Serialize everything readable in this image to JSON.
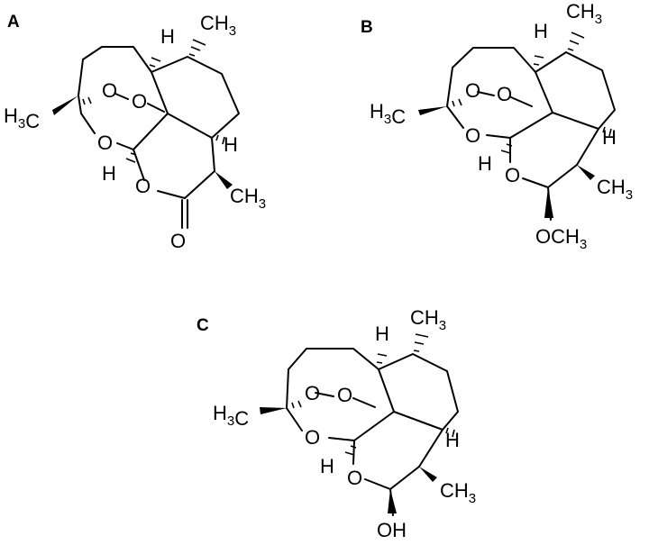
{
  "panels": [
    {
      "id": "A",
      "label": "A",
      "atoms": {
        "methyl_top": "CH3",
        "methyl_left": "H3C",
        "peroxide_o1": "O",
        "peroxide_o2": "O",
        "ring_o": "O",
        "lactone_o": "O",
        "carbonyl_o": "O",
        "h_top": "H",
        "h_right": "H",
        "h_left": "H",
        "methyl_right": "CH3"
      }
    },
    {
      "id": "B",
      "label": "B",
      "atoms": {
        "methyl_top": "CH3",
        "methyl_left": "H3C",
        "peroxide_o1": "O",
        "peroxide_o2": "O",
        "ring_o": "O",
        "ring_o2": "O",
        "h_top": "H",
        "h_right": "H",
        "h_left": "H",
        "methyl_right": "CH3",
        "substituent": "OCH3"
      }
    },
    {
      "id": "C",
      "label": "C",
      "atoms": {
        "methyl_top": "CH3",
        "methyl_left": "H3C",
        "peroxide_o1": "O",
        "peroxide_o2": "O",
        "ring_o": "O",
        "ring_o2": "O",
        "h_top": "H",
        "h_right": "H",
        "h_left": "H",
        "methyl_right": "CH3",
        "substituent": "OH"
      }
    }
  ]
}
